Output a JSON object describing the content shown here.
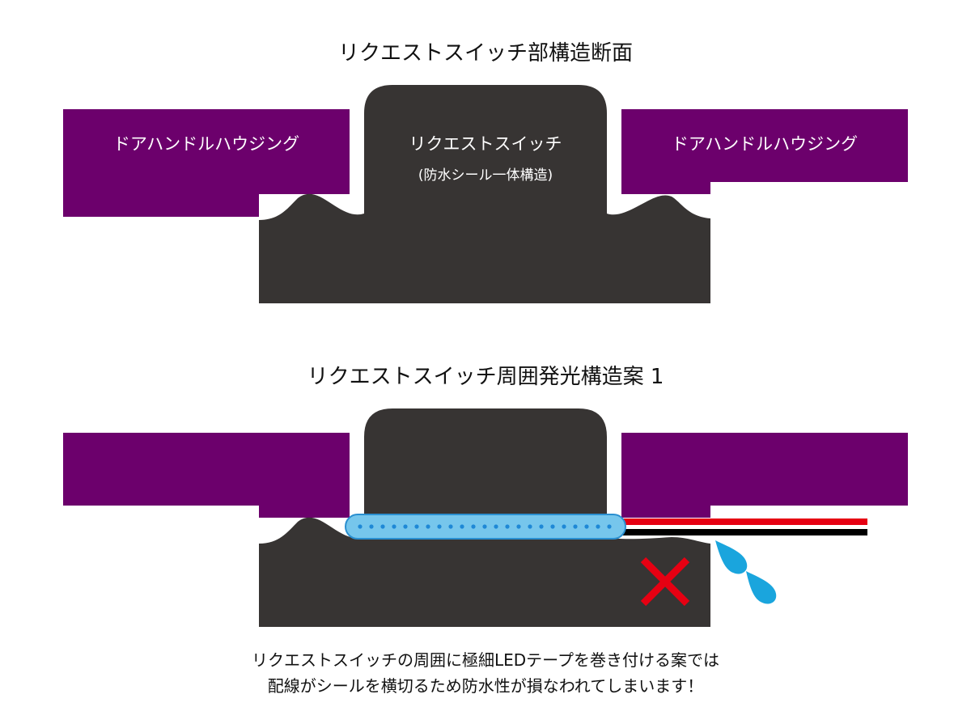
{
  "colors": {
    "housing": "#6c006c",
    "body": "#373433",
    "led_fill": "#76c6ec",
    "led_stroke": "#2a8fd0",
    "led_dot": "#1e88d6",
    "wire_red": "#e60012",
    "wire_black": "#000000",
    "water": "#1aa5dd",
    "cross": "#e60012"
  },
  "section1": {
    "title": "リクエストスイッチ部構造断面",
    "housing_left_label": "ドアハンドルハウジング",
    "housing_right_label": "ドアハンドルハウジング",
    "switch_label": "リクエストスイッチ",
    "switch_sublabel": "(防水シール一体構造)"
  },
  "section2": {
    "title": "リクエストスイッチ周囲発光構造案 1",
    "icons": {
      "led": "led-tape-icon",
      "wire": "wire-icon",
      "water": "water-drop-icon",
      "ng": "cross-icon"
    }
  },
  "caption": {
    "line1": "リクエストスイッチの周囲に極細LEDテープを巻き付ける案では",
    "line2": "配線がシールを横切るため防水性が損なわれてしまいます！"
  }
}
